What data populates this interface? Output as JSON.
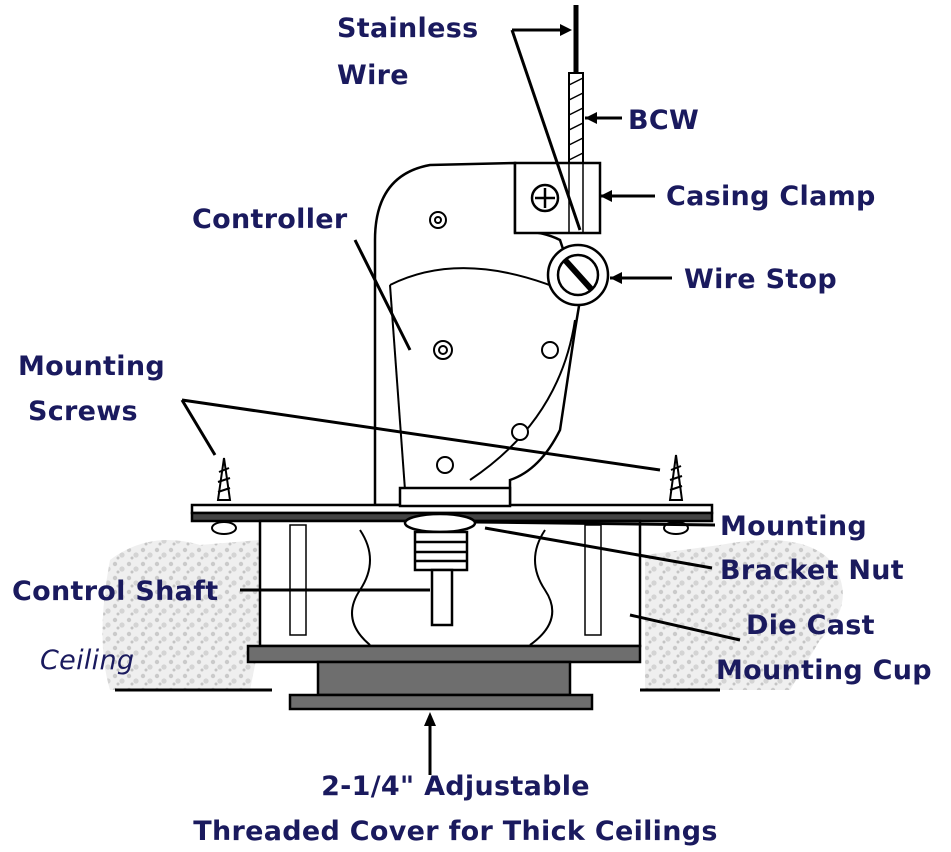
{
  "labels": {
    "stainless_wire_1": "Stainless",
    "stainless_wire_2": "Wire",
    "bcw": "BCW",
    "casing_clamp": "Casing Clamp",
    "controller": "Controller",
    "wire_stop": "Wire Stop",
    "mounting_screws_1": "Mounting",
    "mounting_screws_2": "Screws",
    "mounting_bracket_nut_1": "Mounting",
    "mounting_bracket_nut_2": "Bracket Nut",
    "control_shaft": "Control Shaft",
    "ceiling": "Ceiling",
    "die_cast_1": "Die Cast",
    "die_cast_2": "Mounting Cup",
    "cover_1": "2-1/4\" Adjustable",
    "cover_2": "Threaded Cover for Thick Ceilings"
  },
  "colors": {
    "label_text": "#1a1a5e",
    "line_art": "#000000",
    "cover_fill": "#6e6e6e",
    "ceiling_texture": "#c8c8c8"
  }
}
